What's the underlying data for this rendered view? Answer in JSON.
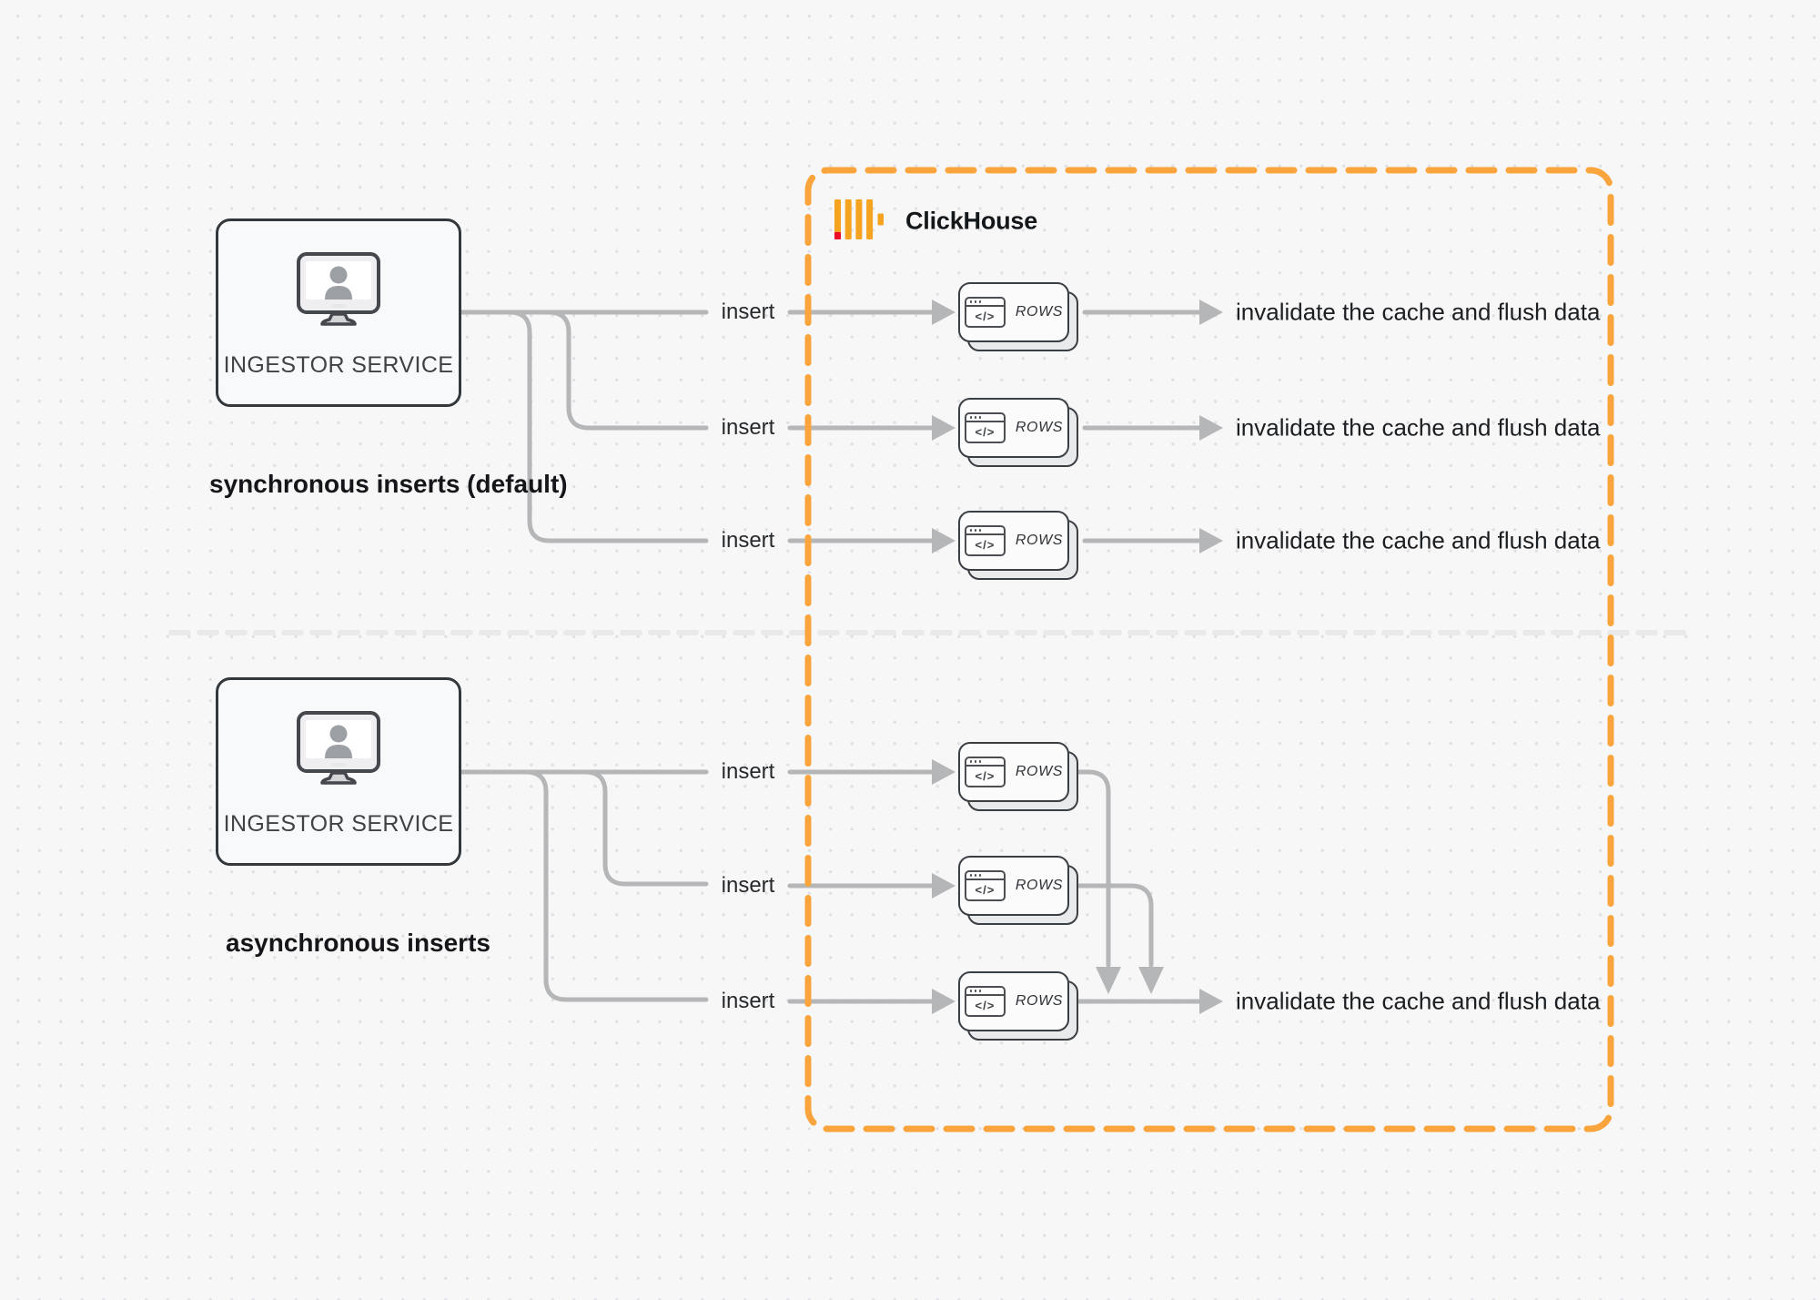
{
  "diagram": {
    "clickhouse_label": "ClickHouse",
    "card_label": "ROWS",
    "card_icon_text": "</>",
    "sync": {
      "caption": "synchronous inserts (default)",
      "service_label": "INGESTOR SERVICE",
      "rows": [
        {
          "insert": "insert",
          "result": "invalidate the cache and flush data"
        },
        {
          "insert": "insert",
          "result": "invalidate the cache and flush data"
        },
        {
          "insert": "insert",
          "result": "invalidate the cache and flush data"
        }
      ]
    },
    "async": {
      "caption": "asynchronous inserts",
      "service_label": "INGESTOR SERVICE",
      "rows": [
        {
          "insert": "insert"
        },
        {
          "insert": "insert"
        },
        {
          "insert": "insert"
        }
      ],
      "result": "invalidate the cache and flush data"
    },
    "colors": {
      "accent_orange": "#F9A43C",
      "logo_yellow": "#F6A41F",
      "logo_red": "#ED0A26",
      "connector_gray": "#B5B6B8",
      "node_border": "#33383D",
      "background": "#F7F7F8"
    }
  }
}
